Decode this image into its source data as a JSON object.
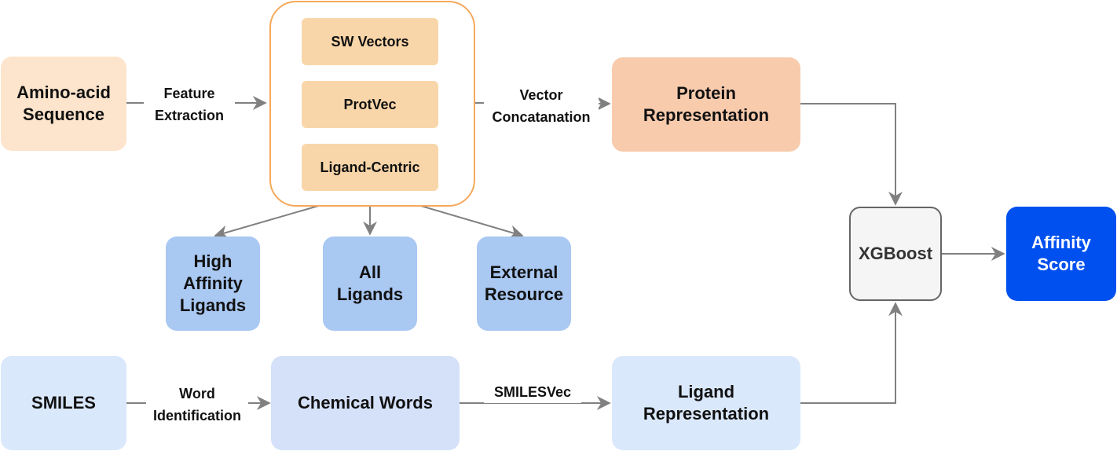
{
  "nodes": {
    "amino_acid": "Amino-acid\nSequence",
    "sw_vectors": "SW Vectors",
    "protvec": "ProtVec",
    "ligand_centric": "Ligand-Centric",
    "protein_rep": "Protein\nRepresentation",
    "high_affinity": "High\nAffinity\nLigands",
    "all_ligands": "All\nLigands",
    "external": "External\nResource",
    "xgboost": "XGBoost",
    "affinity_score": "Affinity\nScore",
    "smiles": "SMILES",
    "chemical_words": "Chemical Words",
    "ligand_rep": "Ligand\nRepresentation"
  },
  "edge_labels": {
    "feature_extraction": "Feature\nExtraction",
    "vector_concat": "Vector\nConcatanation",
    "word_identification": "Word\nIdentification",
    "smilesvec": "SMILESVec"
  },
  "colors": {
    "peach_light": "#fde4cc",
    "peach": "#f9d6a9",
    "salmon": "#f8cbad",
    "group_border": "#f5a95c",
    "blue_mid": "#a9c8f2",
    "blue_light": "#dae8fc",
    "blue_lavender": "#d4e1f9",
    "gray": "#f5f5f5",
    "gray_border": "#666666",
    "accent_blue": "#0050ef",
    "arrow": "#808080"
  }
}
